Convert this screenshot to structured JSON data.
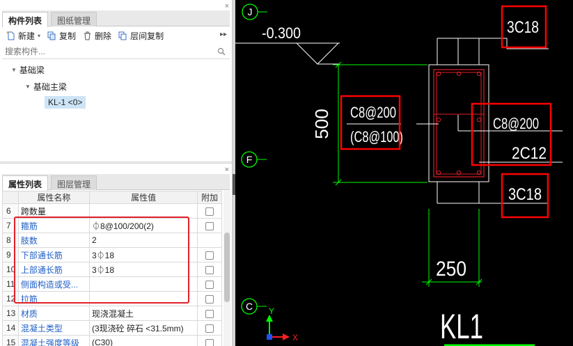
{
  "panel1": {
    "tabs": [
      {
        "label": "构件列表"
      },
      {
        "label": "图纸管理"
      }
    ],
    "close": "×",
    "toolbar": {
      "new_label": "新建",
      "copy_label": "复制",
      "delete_label": "删除",
      "floor_copy_label": "层间复制",
      "more": "▸▸"
    },
    "search_placeholder": "搜索构件...",
    "tree": {
      "root": "基础梁",
      "child": "基础主梁",
      "item": "KL-1 <0>"
    }
  },
  "panel2": {
    "tabs": [
      {
        "label": "属性列表"
      },
      {
        "label": "图层管理"
      }
    ],
    "close": "×",
    "headers": {
      "name": "属性名称",
      "value": "属性值",
      "add": "附加"
    },
    "rows": [
      {
        "idx": "6",
        "name": "跨数量",
        "value": "",
        "blue": false,
        "checkbox": true
      },
      {
        "idx": "7",
        "name": "箍筋",
        "value": "⏀8@100/200(2)",
        "blue": true,
        "checkbox": true
      },
      {
        "idx": "8",
        "name": "肢数",
        "value": "2",
        "blue": true,
        "checkbox": false
      },
      {
        "idx": "9",
        "name": "下部通长筋",
        "value": "3⏀18",
        "blue": true,
        "checkbox": true
      },
      {
        "idx": "10",
        "name": "上部通长筋",
        "value": "3⏀18",
        "blue": true,
        "checkbox": true
      },
      {
        "idx": "11",
        "name": "侧面构造或受...",
        "value": "",
        "blue": true,
        "checkbox": true
      },
      {
        "idx": "12",
        "name": "拉筋",
        "value": "",
        "blue": true,
        "checkbox": true
      },
      {
        "idx": "13",
        "name": "材质",
        "value": "现浇混凝土",
        "blue": true,
        "checkbox": true
      },
      {
        "idx": "14",
        "name": "混凝土类型",
        "value": "(3现浇砼 碎石 <31.5mm)",
        "blue": true,
        "checkbox": true
      },
      {
        "idx": "15",
        "name": "混凝土强度等级",
        "value": "(C30)",
        "blue": true,
        "checkbox": true
      }
    ]
  },
  "cad": {
    "axis_j": "J",
    "axis_f": "F",
    "axis_c": "C",
    "elevation": "-0.300",
    "top_rebar": "3C18",
    "stirrup": "C8@200",
    "stirrup_alt": "(C8@100)",
    "stirrup_right": "C8@200",
    "side_rebar": "2C12",
    "bottom_rebar": "3C18",
    "height_dim": "500",
    "width_dim": "250",
    "beam_name": "KL1",
    "axis_y_label": "Y",
    "axis_x_label": "X",
    "colors": {
      "background": "#000000",
      "line": "#ffffff",
      "green": "#00ff00",
      "red": "#e0202a",
      "highlight": "#ff0000"
    }
  }
}
